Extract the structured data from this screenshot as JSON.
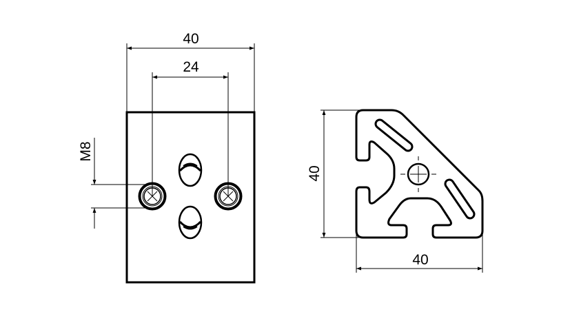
{
  "front_view": {
    "width_label": "40",
    "hole_spacing_label": "24",
    "thread_label": "M8"
  },
  "profile_view": {
    "height_label": "40",
    "width_label": "40"
  },
  "colors": {
    "line": "#000000",
    "background": "#ffffff"
  }
}
